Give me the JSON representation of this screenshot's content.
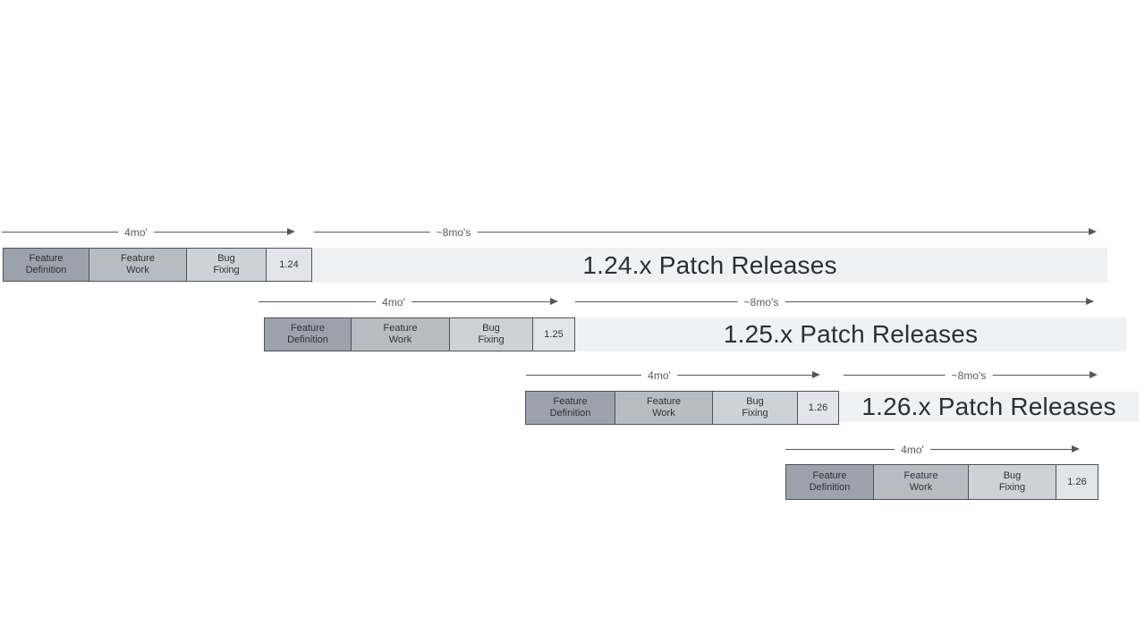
{
  "diagram": {
    "description": "Staggered release cycle timeline",
    "labels": {
      "dev_cycle": "4mo'",
      "patch_support": "~8mo's"
    },
    "phases": {
      "feature_definition": "Feature\nDefinition",
      "feature_work": "Feature\nWork",
      "bug_fixing": "Bug\nFixing"
    },
    "rows": [
      {
        "version": "1.24",
        "patch_label": "1.24.x Patch Releases"
      },
      {
        "version": "1.25",
        "patch_label": "1.25.x Patch Releases"
      },
      {
        "version": "1.26",
        "patch_label": "1.26.x Patch Releases"
      },
      {
        "version": "1.26"
      }
    ],
    "colors": {
      "feature_definition_fill": "#9ba2ac",
      "feature_work_fill": "#b7bcc3",
      "bug_fixing_fill": "#ced2d7",
      "version_box_fill": "#e2e4e7",
      "patch_band_fill": "#f0f1f3",
      "box_border": "#4d535a",
      "arrow": "#53585e",
      "patch_text": "#2b3036",
      "background": "#ffffff"
    }
  }
}
